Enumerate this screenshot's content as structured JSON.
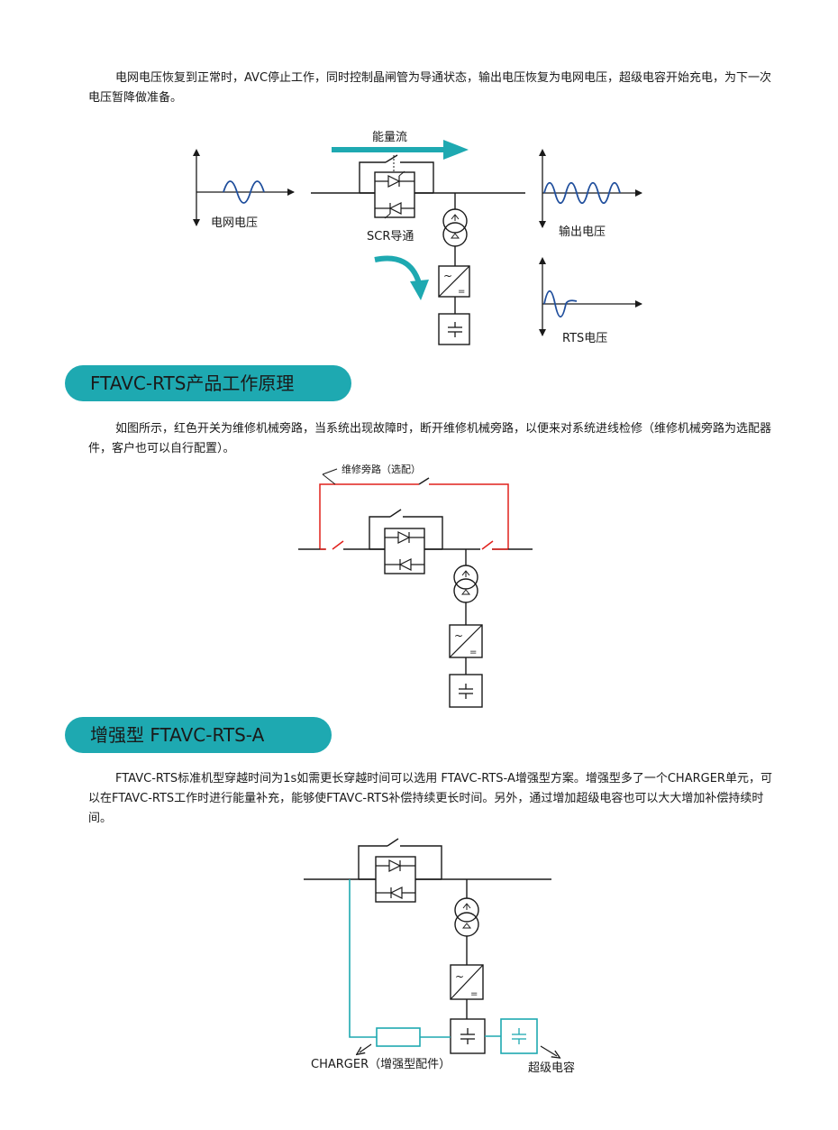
{
  "intro_paragraph": "电网电压恢复到正常时，AVC停止工作，同时控制晶闸管为导通状态，输出电压恢复为电网电压，超级电容开始充电，为下一次电压暂降做准备。",
  "diagram1": {
    "energy_flow_label": "能量流",
    "grid_voltage_label": "电网电压",
    "scr_label": "SCR导通",
    "output_voltage_label": "输出电压",
    "rts_voltage_label": "RTS电压",
    "wave_color": "#1f4e9c",
    "arrow_color": "#1ea9b1"
  },
  "section1": {
    "title": "FTAVC-RTS产品工作原理",
    "paragraph": "如图所示，红色开关为维修机械旁路，当系统出现故障时，断开维修机械旁路，以便来对系统进线检修（维修机械旁路为选配器件，客户也可以自行配置）。",
    "bypass_label": "维修旁路（选配）",
    "bypass_color": "#e0201b"
  },
  "section2": {
    "title": "增强型 FTAVC-RTS-A",
    "paragraph": "FTAVC-RTS标准机型穿越时间为1s如需更长穿越时间可以选用 FTAVC-RTS-A增强型方案。增强型多了一个CHARGER单元，可以在FTAVC-RTS工作时进行能量补充，能够使FTAVC-RTS补偿持续更长时间。另外，通过增加超级电容也可以大大增加补偿持续时间。",
    "charger_label": "CHARGER（增强型配件）",
    "supercap_label": "超级电容",
    "accent_color": "#1ea9b1"
  },
  "accent": "#1ea9b1"
}
